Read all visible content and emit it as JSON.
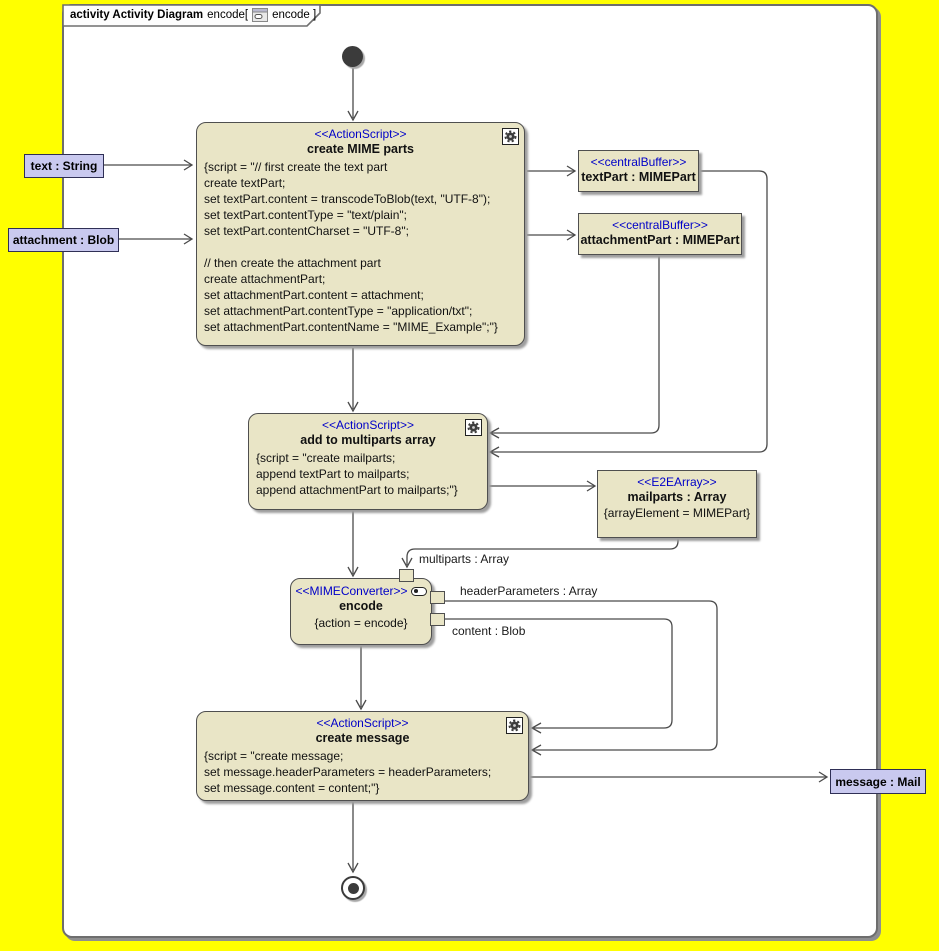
{
  "colors": {
    "background": "#ffff00",
    "frame_bg": "#ffffff",
    "node_fill": "#e9e5c6",
    "node_border": "#4f4f4f",
    "stereotype_blue": "#0000c8",
    "param_fill": "#c9c9ef"
  },
  "frame": {
    "keyword": "activity Activity Diagram",
    "name_left": "encode[",
    "name_right": "encode ]"
  },
  "nodes": {
    "create_mime_parts": {
      "stereotype": "<<ActionScript>>",
      "name": "create MIME parts",
      "script_lines": [
        "{script = \"// first create the text part",
        "create textPart;",
        "set textPart.content = transcodeToBlob(text, \"UTF-8\");",
        "set textPart.contentType = \"text/plain\";",
        "set textPart.contentCharset = \"UTF-8\";",
        "",
        "// then create the attachment part",
        "create attachmentPart;",
        "set attachmentPart.content = attachment;",
        "set attachmentPart.contentType = \"application/txt\";",
        "set attachmentPart.contentName = \"MIME_Example\";\"}"
      ]
    },
    "add_to_multiparts": {
      "stereotype": "<<ActionScript>>",
      "name": "add to multiparts array",
      "script_lines": [
        "{script = \"create mailparts;",
        "append textPart to mailparts;",
        "append attachmentPart to mailparts;\"}"
      ]
    },
    "encode": {
      "stereotype": "<<MIMEConverter>>",
      "name": "encode",
      "tag": "{action = encode}"
    },
    "create_message": {
      "stereotype": "<<ActionScript>>",
      "name": "create message",
      "script_lines": [
        "{script = \"create message;",
        "set message.headerParameters = headerParameters;",
        "set message.content = content;\"}"
      ]
    },
    "textpart_buffer": {
      "stereotype": "<<centralBuffer>>",
      "name": "textPart : MIMEPart"
    },
    "attachmentpart_buffer": {
      "stereotype": "<<centralBuffer>>",
      "name": "attachmentPart : MIMEPart"
    },
    "mailparts": {
      "stereotype": "<<E2EArray>>",
      "name": "mailparts : Array",
      "tag": "{arrayElement = MIMEPart}"
    }
  },
  "params": {
    "text": "text : String",
    "attachment": "attachment : Blob",
    "message": "message : Mail"
  },
  "pin_labels": {
    "multiparts": "multiparts : Array",
    "header_parameters": "headerParameters : Array",
    "content": "content : Blob"
  }
}
